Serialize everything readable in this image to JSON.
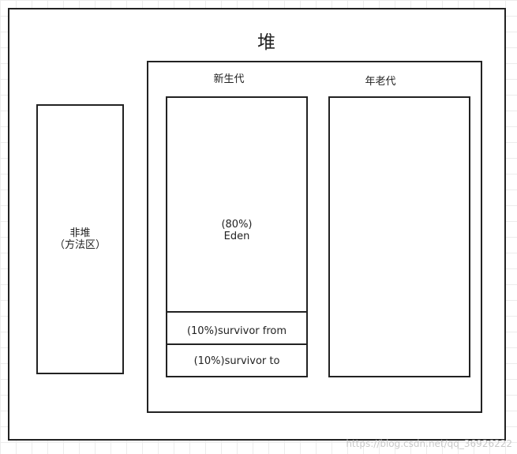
{
  "diagram": {
    "heap_title": "堆",
    "non_heap_label": "非堆\n（方法区）",
    "young_gen_label": "新生代",
    "old_gen_label": "年老代",
    "eden_label": "(80%)\nEden",
    "survivor_from_label": "(10%)survivor from",
    "survivor_to_label": "(10%)survivor to"
  },
  "watermark": "https://blog.csdn.net/qq_36926222"
}
